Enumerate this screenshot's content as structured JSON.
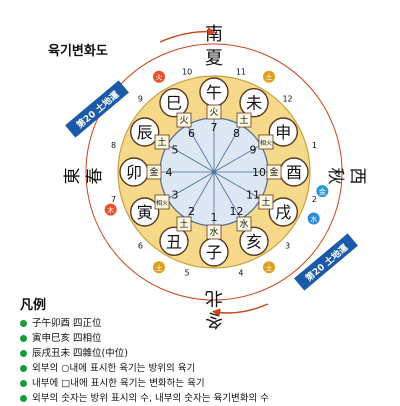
{
  "title": "육기변화도",
  "directions": {
    "south": [
      "南",
      "夏"
    ],
    "north": [
      "北",
      "冬"
    ],
    "east": [
      "東",
      "春"
    ],
    "west": [
      "西",
      "秋"
    ]
  },
  "banners": {
    "left": "第20 土地運",
    "right": "第20 土地運"
  },
  "outer_branches": [
    {
      "char": "午",
      "element": "火"
    },
    {
      "char": "未",
      "element": "土"
    },
    {
      "char": "申",
      "element": "相火"
    },
    {
      "char": "酉",
      "element": "金"
    },
    {
      "char": "戌",
      "element": "土"
    },
    {
      "char": "亥",
      "element": "水"
    },
    {
      "char": "子",
      "element": "水"
    },
    {
      "char": "丑",
      "element": "土"
    },
    {
      "char": "寅",
      "element": "相火"
    },
    {
      "char": "卯",
      "element": "金"
    },
    {
      "char": "辰",
      "element": "土"
    },
    {
      "char": "巳",
      "element": "火"
    }
  ],
  "outer_numbers": [
    "11",
    "12",
    "1",
    "2",
    "3",
    "4",
    "5",
    "6",
    "7",
    "8",
    "9",
    "10"
  ],
  "inner_numbers": [
    "7",
    "8",
    "9",
    "10",
    "11",
    "12",
    "1",
    "2",
    "3",
    "4",
    "5",
    "6"
  ],
  "side_badges": [
    {
      "char": "火",
      "color": "#e8532a"
    },
    {
      "char": "土",
      "color": "#e0a020"
    },
    {
      "char": "金",
      "color": "#2a9ad0"
    },
    {
      "char": "水",
      "color": "#2a8ad8"
    },
    {
      "char": "土",
      "color": "#e0a020"
    },
    {
      "char": "木",
      "color": "#e8532a"
    },
    {
      "char": "土",
      "color": "#e0a020"
    }
  ],
  "colors": {
    "ring": "#f6d98a",
    "ring_border": "#c8a040",
    "inner_disc": "#dde8f4",
    "inner_line": "#4a6a9a",
    "circle_outline": "#5a3a20",
    "banner": "#1a5aa8",
    "arrow": "#c8441a",
    "legend_bullet": "#1a9a3a"
  },
  "legend": {
    "title": "凡例",
    "items": [
      "子午卯酉  四正位",
      "寅申巳亥  四相位",
      "辰戌丑未  四雜位(中位)",
      "외부의 ○내에 표시한 육기는 방위의 육기",
      "내부에 □내에 표시한 육기는 변화하는 육기",
      "외부의 숫자는 방위 표시의 수, 내부의 숫자는 육기변화의 수"
    ]
  }
}
